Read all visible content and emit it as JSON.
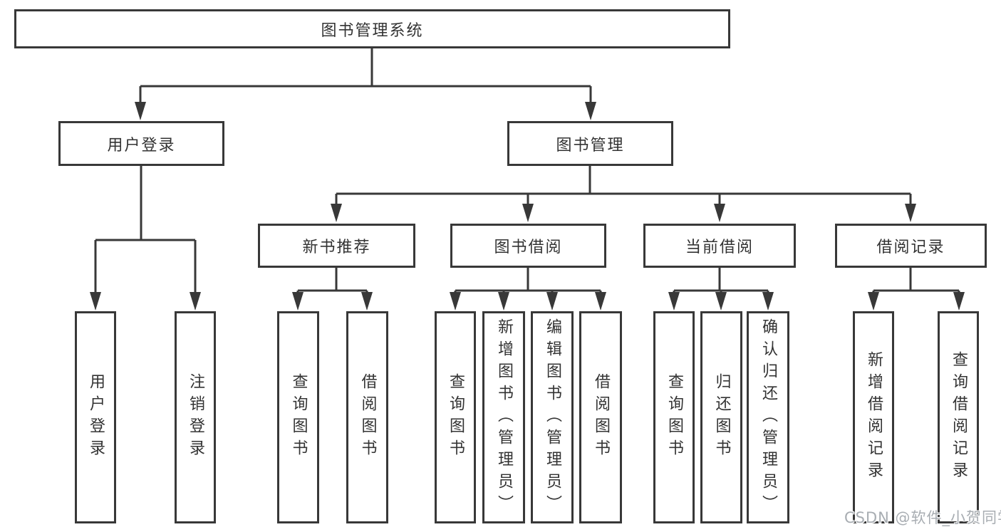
{
  "diagram": {
    "root_label": "图书管理系统",
    "branches": {
      "user_login": "用户登录",
      "book_management": "图书管理"
    },
    "modules": {
      "new_book_recommendation": "新书推荐",
      "book_borrowing": "图书借阅",
      "current_borrowing": "当前借阅",
      "borrowing_records": "借阅记录"
    },
    "leaves": {
      "user_login": [
        "用户登录",
        "注销登录"
      ],
      "new_book_recommendation": [
        "查询图书",
        "借阅图书"
      ],
      "book_borrowing": [
        "查询图书",
        "新增图书（管理员）",
        "编辑图书（管理员）",
        "借阅图书"
      ],
      "current_borrowing": [
        "查询图书",
        "归还图书",
        "确认归还（管理员）"
      ],
      "borrowing_records": [
        "新增借阅记录",
        "查询借阅记录"
      ]
    }
  },
  "watermark": "CSDN @软件_小贺同学",
  "colors": {
    "line": "#383838",
    "text": "#333333",
    "background": "#ffffff",
    "watermark_gray": "#a8adb2"
  }
}
